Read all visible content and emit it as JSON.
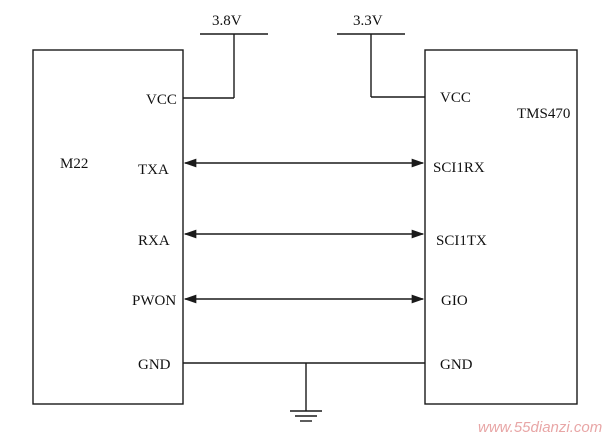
{
  "diagram": {
    "left_chip": {
      "name": "M22",
      "pins": {
        "vcc": "VCC",
        "txa": "TXA",
        "rxa": "RXA",
        "pwon": "PWON",
        "gnd": "GND"
      },
      "supply": "3.8V"
    },
    "right_chip": {
      "name": "TMS470",
      "pins": {
        "vcc": "VCC",
        "sci1rx": "SCI1RX",
        "sci1tx": "SCI1TX",
        "gio": "GIO",
        "gnd": "GND"
      },
      "supply": "3.3V"
    },
    "watermark": "www.55dianzi.com"
  }
}
